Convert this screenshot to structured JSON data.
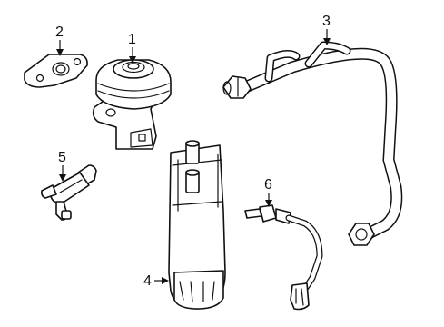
{
  "callouts": {
    "c1": "1",
    "c2": "2",
    "c3": "3",
    "c4": "4",
    "c5": "5",
    "c6": "6"
  },
  "colors": {
    "line": "#111111",
    "fill": "#ffffff",
    "background": "#ffffff"
  }
}
